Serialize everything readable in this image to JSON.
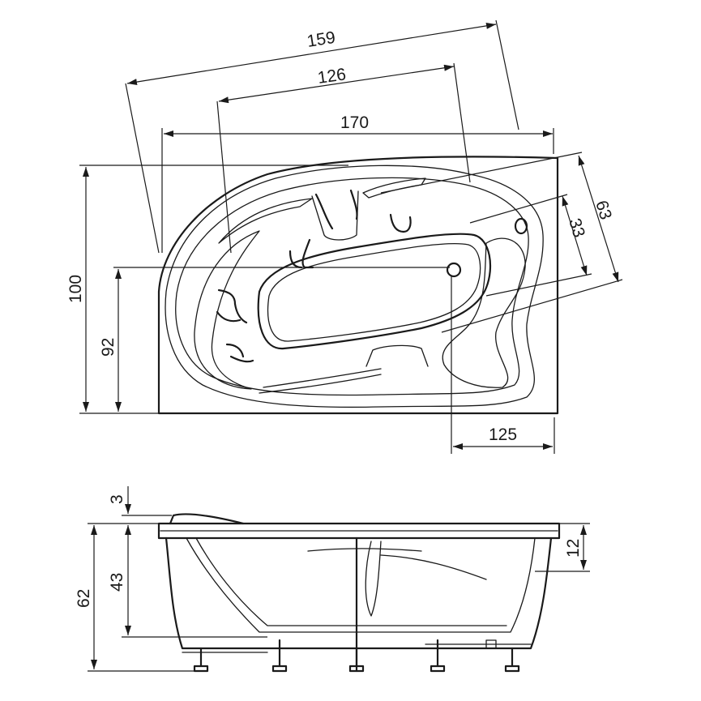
{
  "dimensions": {
    "top_view": {
      "d159": "159",
      "d126": "126",
      "d170": "170",
      "d63": "63",
      "d33": "33",
      "d100": "100",
      "d92": "92",
      "d125": "125"
    },
    "side_view": {
      "d3": "3",
      "d62": "62",
      "d43": "43",
      "d12": "12"
    }
  },
  "colors": {
    "line": "#1a1a1a",
    "background": "#ffffff"
  }
}
